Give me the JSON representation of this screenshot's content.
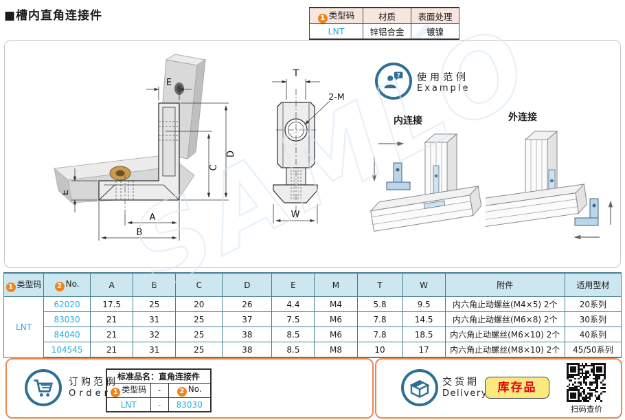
{
  "title": "■槽内直角连接件",
  "watermark_text": "SAMLO",
  "spec_table": {
    "num1": "1",
    "headers": [
      "类型码",
      "材质",
      "表面处理"
    ],
    "row": [
      "LNT",
      "锌铝合金",
      "镀镍"
    ]
  },
  "drawing": {
    "front": {
      "dim_e_top": "E",
      "dim_d": "D",
      "dim_c": "C",
      "dim_e_left": "E",
      "dim_a": "A",
      "dim_b": "B"
    },
    "side": {
      "dim_t": "T",
      "dim_2m": "2-M",
      "dim_w": "W"
    }
  },
  "example": {
    "title_cn": "使用范例",
    "title_en": "Example",
    "inner_label": "内连接",
    "outer_label": "外连接"
  },
  "main_table": {
    "num1": "1",
    "num2": "2",
    "headers": [
      "类型码",
      "No.",
      "A",
      "B",
      "C",
      "D",
      "E",
      "M",
      "T",
      "W",
      "附件",
      "适用型材"
    ],
    "type_code": "LNT",
    "rows": [
      [
        "62020",
        "17.5",
        "25",
        "20",
        "26",
        "4.4",
        "M4",
        "5.8",
        "9.5",
        "内六角止动螺丝(M4×5) 2个",
        "20系列"
      ],
      [
        "83030",
        "21",
        "31",
        "25",
        "37",
        "7.5",
        "M6",
        "7.8",
        "14.5",
        "内六角止动螺丝(M6×8) 2个",
        "30系列"
      ],
      [
        "84040",
        "21",
        "32",
        "25",
        "38",
        "8.5",
        "M6",
        "7.8",
        "18.5",
        "内六角止动螺丝(M6×10) 2个",
        "40系列"
      ],
      [
        "104545",
        "21",
        "31",
        "25",
        "38",
        "8.5",
        "M8",
        "10",
        "17",
        "内六角止动螺丝(M8×10) 2个",
        "45/50系列"
      ]
    ]
  },
  "order": {
    "title_cn": "订购范例",
    "title_en": "Order",
    "num1": "1",
    "num2": "2",
    "name_line": "标准品名：直角连接件",
    "head_type": "类型码",
    "head_dash": "-",
    "head_no": "No.",
    "val_type": "LNT",
    "val_dash": "-",
    "val_no": "83030"
  },
  "delivery": {
    "title_cn": "交货期",
    "title_en": "Delivery",
    "stock_label": "库存品",
    "qr_label": "扫码查价"
  },
  "colors": {
    "link_blue": "#29abe2",
    "circle_orange": "#f0831e",
    "icon_blue": "#2d6f96",
    "box_border_orange": "#ef8450",
    "stock_bg": "#fae97e",
    "stock_text": "#e60012",
    "table_header_blue": "#cde7f0",
    "spec_header_pink": "#f7e6df",
    "table_line": "#46808e",
    "watermark_blue": "#d6e7f6"
  }
}
